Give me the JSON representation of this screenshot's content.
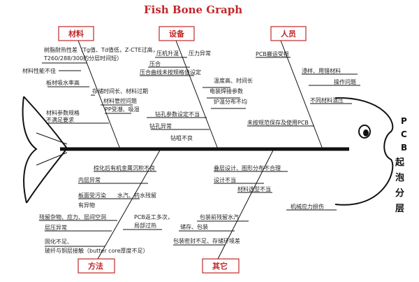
{
  "title": "Fish Bone Graph",
  "head_label": [
    "P",
    "C",
    "B",
    "起",
    "泡",
    "分",
    "层"
  ],
  "categories": {
    "materials": "材料",
    "equipment": "设备",
    "personnel": "人员",
    "method": "方法",
    "other": "其它"
  },
  "causes": {
    "m1": "树脂耐热性差（Tg值、Td值低，Z-CTE过高，",
    "m2": "T260/288/300的分层时间短）",
    "m3": "材料性能不佳",
    "m4": "板材吸水率高",
    "m5": "存储时间长、材料过期",
    "m6": "材料管控问题",
    "m7": "PP受潮、吸湿",
    "m8": "材料参数规格",
    "m9": "不满足要求",
    "e1": "压机升温",
    "e2": "压力异常",
    "e3": "压合",
    "e4": "压合曲线未按规格值设定",
    "e5": "温度高、时间长",
    "e6": "电装焊接参数",
    "e7": "炉温分布不均",
    "e8": "钻孔参数设定不当",
    "e9": "钻孔异常",
    "e10": "钻咀不良",
    "p1": "PCB搬运受损",
    "p2": "浸样、用错材料",
    "p3": "操作问题",
    "p4": "不同材料混压",
    "p5": "未按规范保存及使用PCB",
    "f1": "棕化后有机金属沉积不良",
    "f2": "内层异常",
    "f3": "板面受污染",
    "f4": "有异物",
    "f5": "水汽、药水残留",
    "f6": "残留杂物、应力、层间空洞",
    "f7": "PCB返工多次，",
    "f8": "局部过热",
    "f9": "层压异常",
    "f10": "固化不足、",
    "f11": "玻纤与铜层接触（butter core厚度不足）",
    "o1": "叠层设计、图形分布不合理",
    "o2": "设计不当",
    "o3": "材料选型不当",
    "o4": "机械应力损伤",
    "o5": "包装前残留水汽",
    "o6": "储存、包装",
    "o7": "包装密封不足、存储环境差"
  }
}
